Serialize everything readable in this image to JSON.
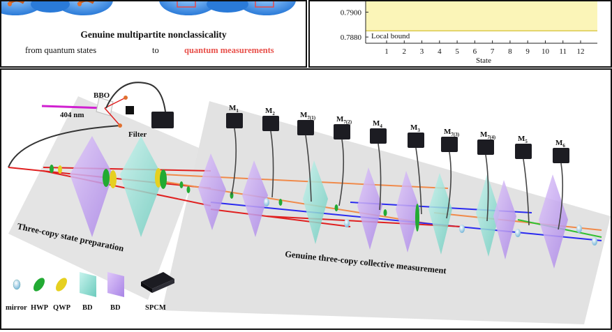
{
  "panel_a": {
    "title": "Genuine multipartite nonclassicality",
    "from_text": "from quantum states",
    "to_text": "to",
    "target_text": "quantum measurements",
    "colors": {
      "title": "#111111",
      "target": "#e8504a",
      "bubble": "#2a7ad8"
    }
  },
  "panel_b": {
    "chart_data": {
      "type": "bar",
      "xlabel": "State",
      "ylabel": "",
      "categories": [
        "1",
        "2",
        "3",
        "4",
        "5",
        "6",
        "7",
        "8",
        "9",
        "10",
        "11",
        "12"
      ],
      "y_ticks": [
        "0.7900",
        "0.7880"
      ],
      "y_tick_values": [
        0.79,
        0.788
      ],
      "annotation": "Local bound",
      "local_bound_value": 0.7885,
      "visible_ylim": [
        0.7875,
        0.7912
      ],
      "colors": {
        "band": "#fbf5b8",
        "bound_line": "#d8c440"
      }
    }
  },
  "panel_c": {
    "source": {
      "bbo_label": "BBO",
      "wavelength_label": "404 nm",
      "filter_label": "Filter"
    },
    "stage_labels": {
      "preparation": "Three-copy state preparation",
      "measurement": "Genuine three-copy collective measurement"
    },
    "detectors": [
      {
        "main": "M",
        "sub": "1"
      },
      {
        "main": "M",
        "sub": "2"
      },
      {
        "main": "M",
        "sub": "7(1)"
      },
      {
        "main": "M",
        "sub": "7(2)"
      },
      {
        "main": "M",
        "sub": "4"
      },
      {
        "main": "M",
        "sub": "3"
      },
      {
        "main": "M",
        "sub": "7(3)"
      },
      {
        "main": "M",
        "sub": "7(4)"
      },
      {
        "main": "M",
        "sub": "5"
      },
      {
        "main": "M",
        "sub": "6"
      }
    ],
    "legend": [
      {
        "label": "mirror",
        "icon": "mirror-icon"
      },
      {
        "label": "HWP",
        "icon": "hwp-icon"
      },
      {
        "label": "QWP",
        "icon": "qwp-icon"
      },
      {
        "label": "BD",
        "icon": "bd-cyan-icon"
      },
      {
        "label": "BD",
        "icon": "bd-purple-icon"
      },
      {
        "label": "SPCM",
        "icon": "spcm-icon"
      }
    ],
    "colors": {
      "beam_red": "#e02020",
      "beam_orange": "#f08a4a",
      "beam_blue": "#2a2af0",
      "beam_green": "#30c030",
      "beam_magenta": "#d020d0",
      "hwp": "#22aa33",
      "qwp": "#e6d020",
      "bd_cyan": "#8fe0d4",
      "bd_purple": "#c9a2f0",
      "spcm": "#1c1c22"
    }
  }
}
